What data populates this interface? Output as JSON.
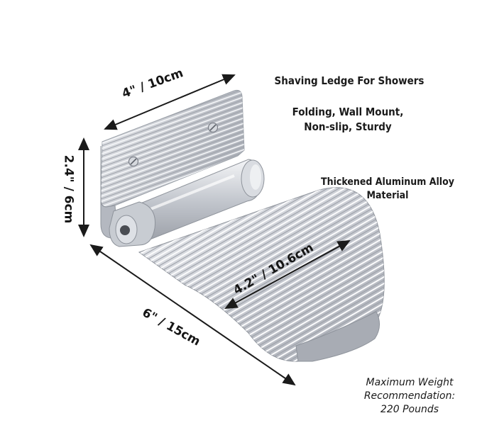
{
  "product": {
    "title": "Shaving Ledge For Showers",
    "features_line1": "Folding, Wall Mount,",
    "features_line2": "Non-slip, Sturdy",
    "material_line1": "Thickened Aluminum Alloy",
    "material_line2": "Material",
    "weight_line1": "Maximum Weight",
    "weight_line2": "Recommendation:",
    "weight_line3": "220 Pounds"
  },
  "dimensions": {
    "width_top": "4\" / 10cm",
    "height_side": "2.4\" / 6cm",
    "depth_bottom": "6\" / 15cm",
    "plate_width": "4.2\" / 10.6cm"
  },
  "colors": {
    "background": "#ffffff",
    "metal_light": "#dde0e6",
    "metal_mid": "#b8bcc4",
    "metal_dark": "#8a8e96",
    "arrow": "#1a1a1a"
  }
}
